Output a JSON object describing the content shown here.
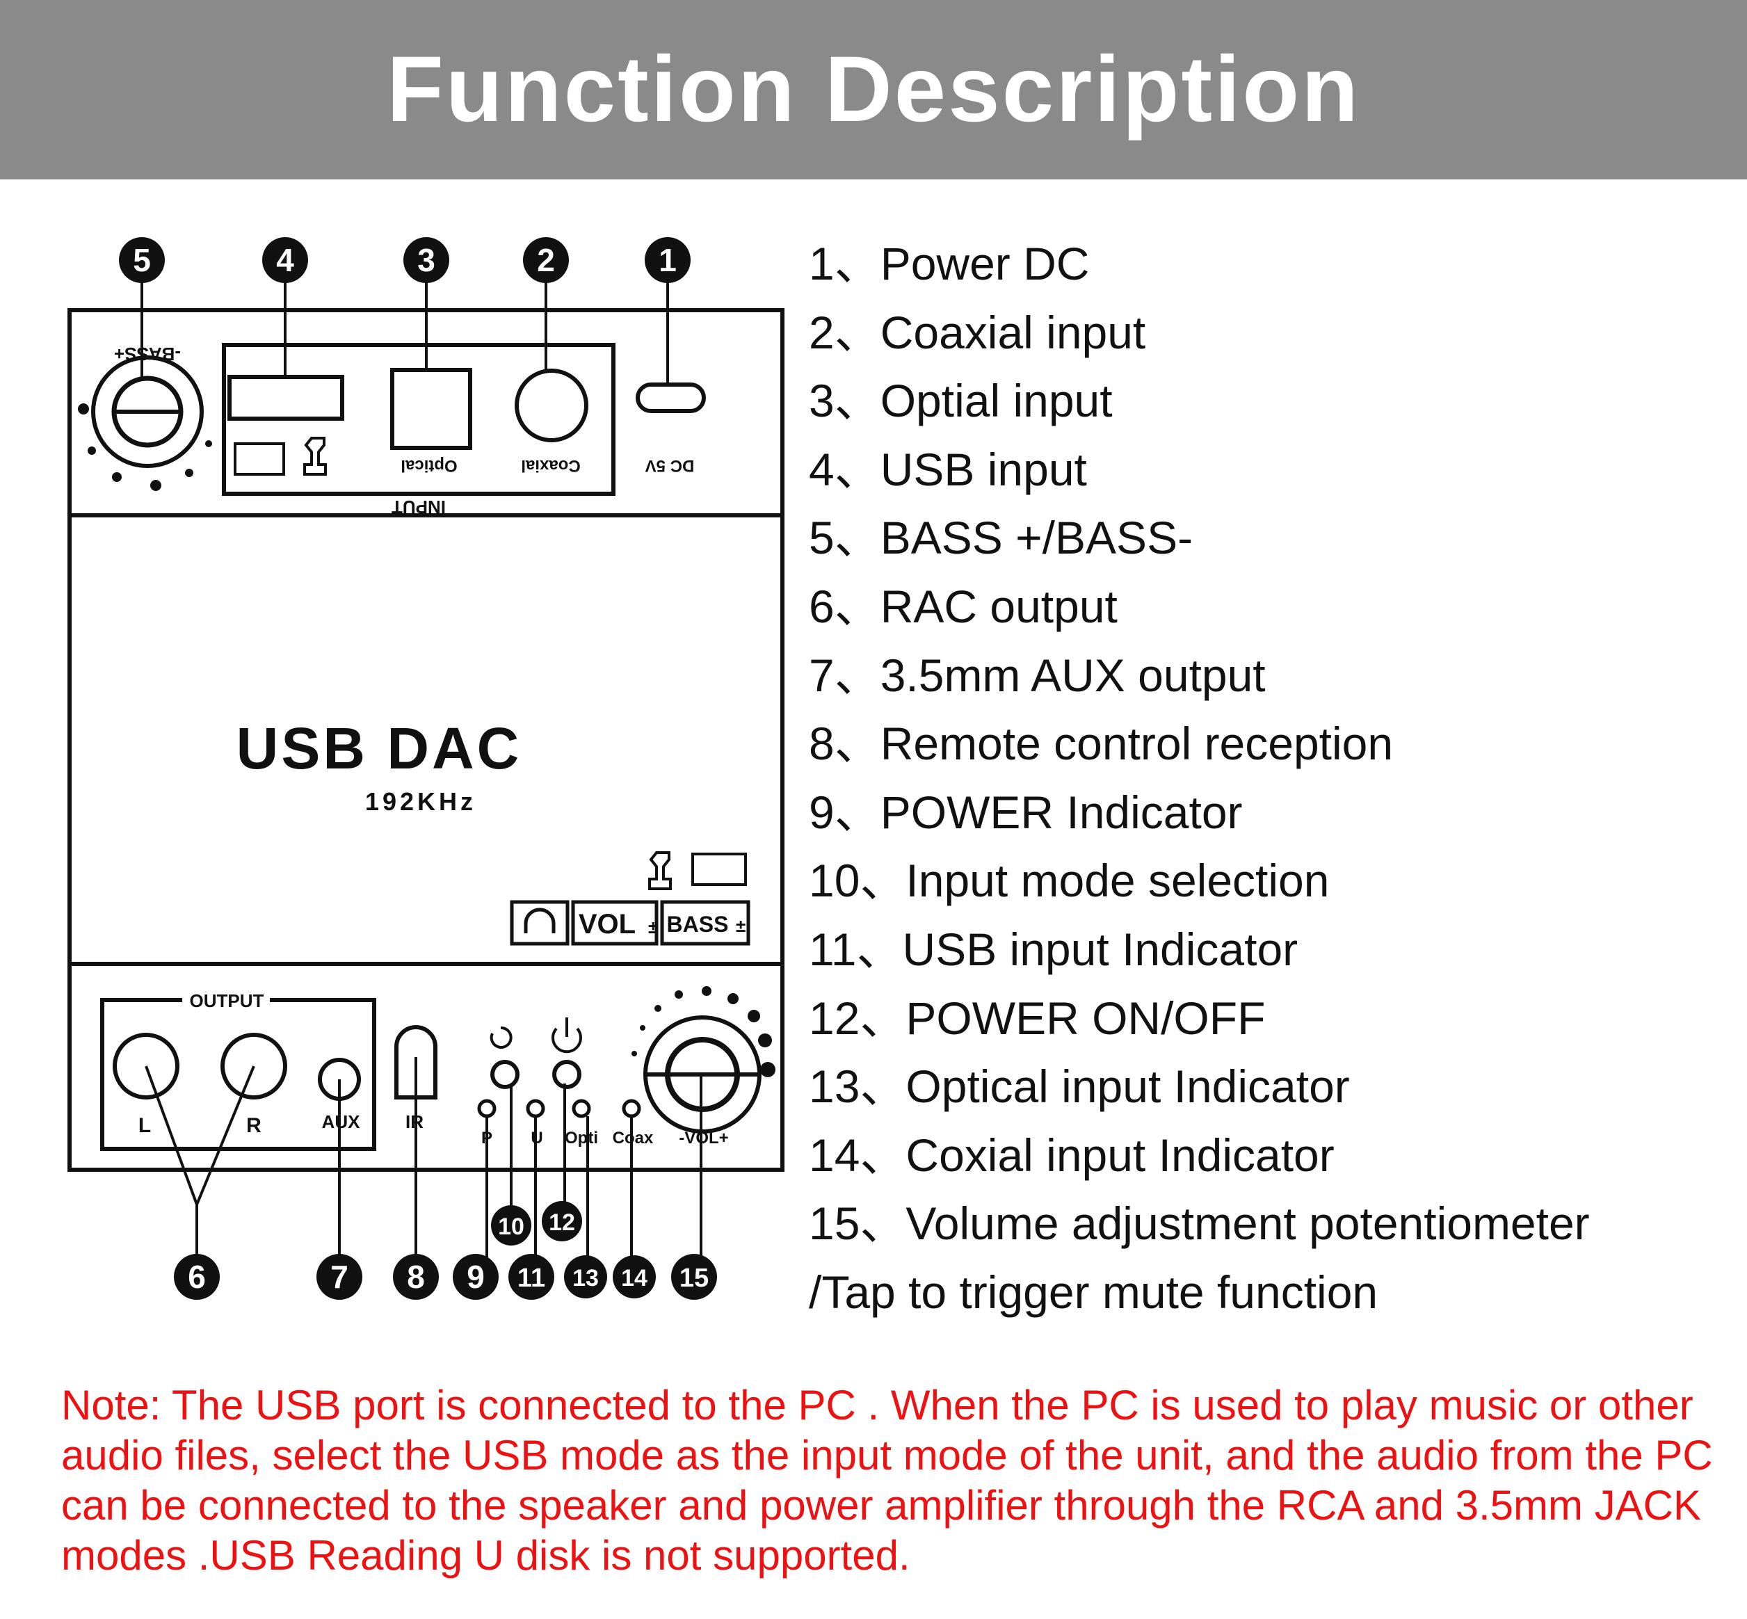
{
  "header": {
    "title": "Function Description"
  },
  "device": {
    "name": "USB DAC",
    "sample_rate": "192KHz",
    "top_labels": {
      "bass": "-BASS+",
      "input": "INPUT",
      "optical": "Optical",
      "coaxial": "Coaxial",
      "dc": "DC 5V"
    },
    "front_badges": {
      "vol": "VOL",
      "bass": "BASS",
      "plus_minus": "±"
    },
    "bottom_labels": {
      "output": "OUTPUT",
      "l": "L",
      "r": "R",
      "aux": "AUX",
      "ir": "IR",
      "p": "P",
      "u": "U",
      "opti": "Opti",
      "coax": "Coax",
      "vol": "-VOL+"
    }
  },
  "callouts": [
    "1",
    "2",
    "3",
    "4",
    "5",
    "6",
    "7",
    "8",
    "9",
    "10",
    "11",
    "12",
    "13",
    "14",
    "15"
  ],
  "legend": [
    "1、Power DC",
    "2、Coaxial input",
    "3、Optial input",
    "4、USB input",
    "5、BASS +/BASS-",
    "6、RAC output",
    "7、3.5mm AUX  output",
    "8、Remote control reception",
    "9、POWER Indicator",
    "10、Input mode selection",
    "11、USB input  Indicator",
    "12、POWER ON/OFF",
    "13、Optical input Indicator",
    "14、Coxial input Indicator",
    "15、Volume adjustment potentiometer",
    "/Tap to trigger mute function"
  ],
  "note": "Note: The USB port is connected to the PC . When the PC is used to play music or other audio files, select the USB mode as the input mode of the unit, and the audio from the PC can be connected to the speaker and power amplifier through the RCA and 3.5mm JACK modes .USB  Reading U disk is not supported.",
  "colors": {
    "banner": "#8a8a8a",
    "note": "#ee1111",
    "line": "#111111"
  }
}
